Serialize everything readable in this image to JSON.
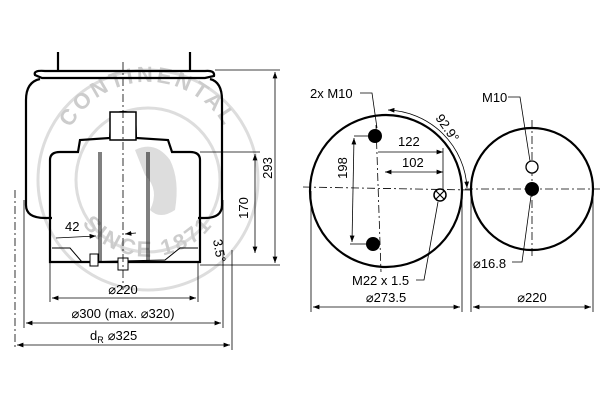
{
  "watermark": {
    "top_text": "CONTINENTAL",
    "bottom_text": "SINCE 1871"
  },
  "side_view": {
    "height_total": "293",
    "height_piston": "170",
    "angle": "3.5°",
    "offset": "42",
    "dia_base": "⌀220",
    "dia_bellows": "⌀300 (max. ⌀320)",
    "dia_ring_label": "d",
    "dia_ring_sub": "R",
    "dia_ring_value": "⌀325"
  },
  "top_plate_view": {
    "bolts": "2x M10",
    "dim_122": "122",
    "dim_102": "102",
    "dim_198": "198",
    "angle": "92.9°",
    "air_inlet": "M22 x 1.5",
    "diameter": "⌀273.5"
  },
  "bottom_plate_view": {
    "thread": "M10",
    "hole_dia": "⌀16.8",
    "diameter": "⌀220"
  }
}
